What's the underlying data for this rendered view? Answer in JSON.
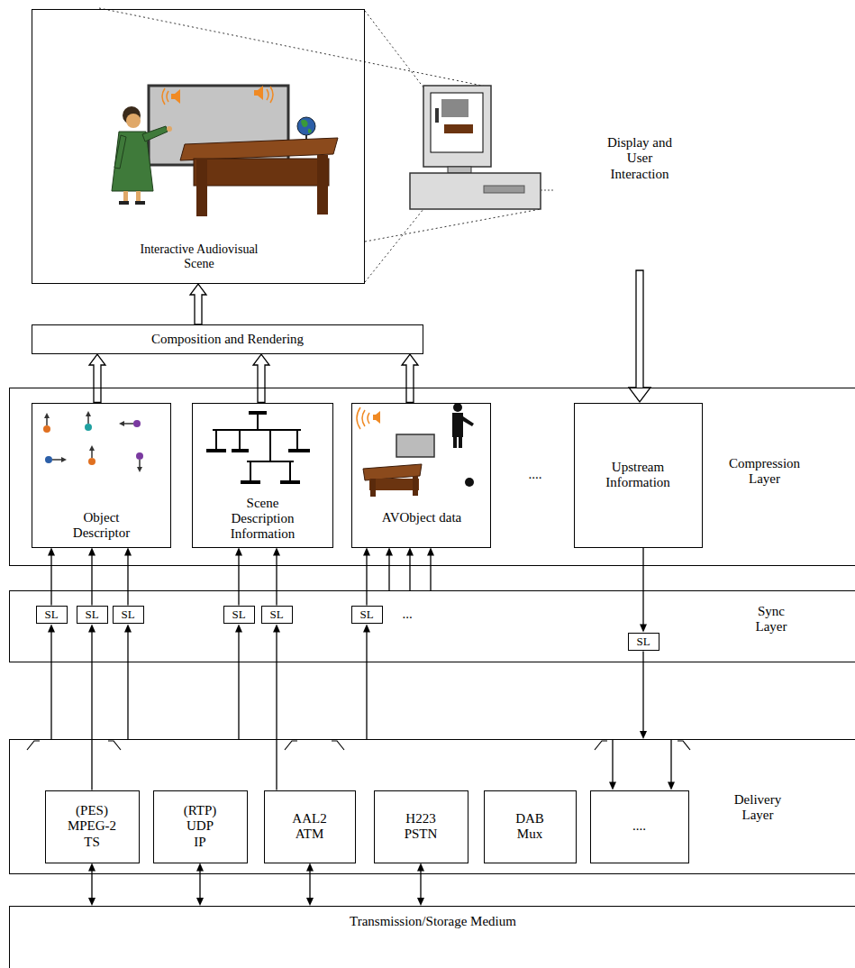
{
  "diagram": {
    "nodes": [
      {
        "text": [
          "Interactive Audiovisual Scene"
        ]
      },
      {
        "text": [
          "Composition and Rendering"
        ]
      },
      {
        "text": [
          "Compression Layer"
        ]
      },
      {
        "text": [
          "Object Descriptor"
        ],
        "in": 2
      },
      {
        "text": [
          "Scene Description Information"
        ],
        "in": 2
      },
      {
        "text": [
          "AVObject data"
        ],
        "in": 2
      },
      {
        "text": [
          "Upstream Information"
        ],
        "in": 2
      },
      {
        "text": [
          "Sync Layer"
        ]
      },
      {
        "text": [
          "SL"
        ],
        "in": 7
      },
      {
        "text": [
          "SL"
        ],
        "in": 7
      },
      {
        "text": [
          "SL"
        ],
        "in": 7
      },
      {
        "text": [
          "SL"
        ],
        "in": 7
      },
      {
        "text": [
          "SL"
        ],
        "in": 7
      },
      {
        "text": [
          "SL"
        ],
        "in": 7
      },
      {
        "text": [
          "SL"
        ],
        "in": 7
      },
      {
        "text": [
          "Delivery Layer"
        ]
      },
      {
        "text": [
          "(PES) MPEG-2 TS"
        ],
        "in": 15
      },
      {
        "text": [
          "(RTP) UDP IP"
        ],
        "in": 15
      },
      {
        "text": [
          "AAL2 ATM"
        ],
        "in": 15
      },
      {
        "text": [
          "H223 PSTN"
        ],
        "in": 15
      },
      {
        "text": [
          "DAB Mux"
        ],
        "in": 15
      },
      {
        "text": [
          "...."
        ],
        "in": 15
      },
      {
        "text": [
          "Transmission/Storage Medium"
        ]
      }
    ],
    "edges": [
      {
        "from": 1,
        "to": 0,
        "arrow": "to"
      },
      {
        "from": 3,
        "to": 1,
        "arrow": "to"
      },
      {
        "from": 4,
        "to": 1,
        "arrow": "to"
      },
      {
        "from": 5,
        "to": 1,
        "arrow": "to"
      },
      {
        "from": 8,
        "to": 3,
        "arrow": "to"
      },
      {
        "from": 9,
        "to": 3,
        "arrow": "to"
      },
      {
        "from": 10,
        "to": 3,
        "arrow": "to"
      },
      {
        "from": 11,
        "to": 4,
        "arrow": "to"
      },
      {
        "from": 12,
        "to": 4,
        "arrow": "to"
      },
      {
        "from": 13,
        "to": 5,
        "arrow": "to"
      },
      {
        "from": 7,
        "to": 5,
        "arrow": "to"
      },
      {
        "from": 7,
        "to": 5,
        "arrow": "to"
      },
      {
        "from": 7,
        "to": 5,
        "arrow": "to"
      },
      {
        "from": 6,
        "to": 14,
        "arrow": "to"
      },
      {
        "from": 14,
        "to": 15,
        "arrow": "to"
      },
      {
        "from": 15,
        "to": 21,
        "arrow": "to"
      },
      {
        "from": 15,
        "to": 21,
        "arrow": "to"
      },
      {
        "from": 15,
        "to": 8,
        "arrow": "to"
      },
      {
        "from": 16,
        "to": 9,
        "arrow": "to"
      },
      {
        "from": 15,
        "to": 10,
        "arrow": "to"
      },
      {
        "from": 15,
        "to": 11,
        "arrow": "to"
      },
      {
        "from": 18,
        "to": 12,
        "arrow": "to"
      },
      {
        "from": 15,
        "to": 13,
        "arrow": "to"
      },
      {
        "from": 16,
        "to": 22,
        "arrow": "both"
      },
      {
        "from": 17,
        "to": 22,
        "arrow": "both"
      },
      {
        "from": 18,
        "to": 22,
        "arrow": "both"
      },
      {
        "from": 19,
        "to": 22,
        "arrow": "both"
      }
    ],
    "labels": [
      "Display and User Interaction",
      "....",
      "..."
    ]
  }
}
